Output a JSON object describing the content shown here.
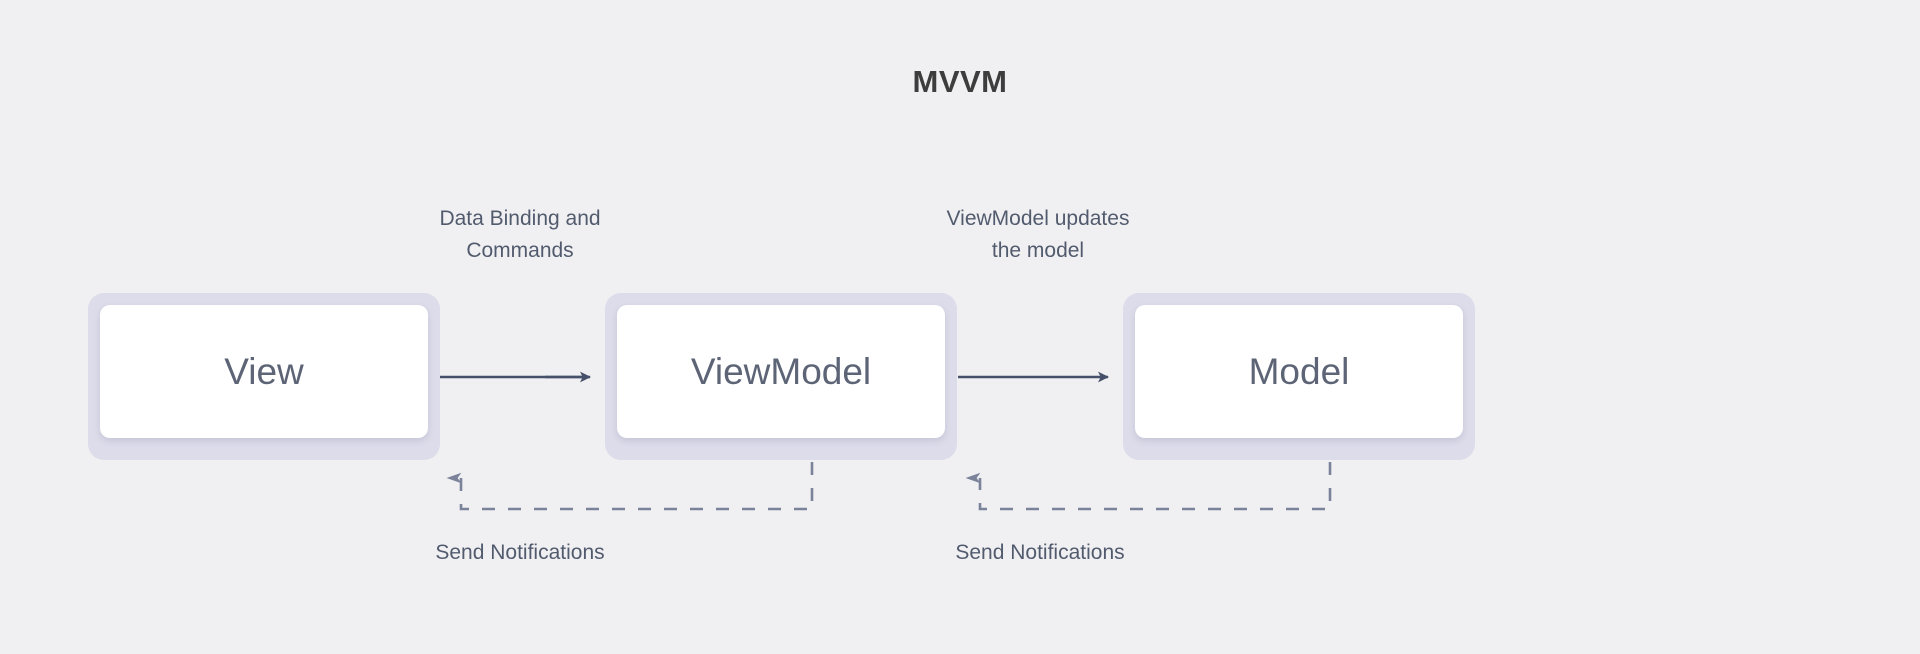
{
  "diagram": {
    "title": "MVVM",
    "background_color": "#f0f0f2",
    "node_frame_color": "#dcdcea",
    "node_fill_color": "#ffffff",
    "node_text_color": "#5c6476",
    "title_color": "#3d3d3d",
    "edge_color": "#47506a",
    "dashed_edge_color": "#7b839b",
    "label_color": "#525b6e"
  },
  "nodes": [
    {
      "id": "view",
      "label": "View"
    },
    {
      "id": "viewmodel",
      "label": "ViewModel"
    },
    {
      "id": "model",
      "label": "Model"
    }
  ],
  "edges": [
    {
      "id": "view-to-viewmodel",
      "from": "view",
      "to": "viewmodel",
      "style": "solid",
      "direction": "right",
      "label": "Data Binding and\nCommands",
      "label_line1": "Data Binding and",
      "label_line2": "Commands",
      "label_position": "above"
    },
    {
      "id": "viewmodel-to-model",
      "from": "viewmodel",
      "to": "model",
      "style": "solid",
      "direction": "right",
      "label": "ViewModel updates\nthe model",
      "label_line1": "ViewModel updates",
      "label_line2": "the model",
      "label_position": "above"
    },
    {
      "id": "viewmodel-to-view-notify",
      "from": "viewmodel",
      "to": "view",
      "style": "dashed",
      "direction": "left",
      "label": "Send Notifications",
      "label_position": "below"
    },
    {
      "id": "model-to-viewmodel-notify",
      "from": "model",
      "to": "viewmodel",
      "style": "dashed",
      "direction": "left",
      "label": "Send Notifications",
      "label_position": "below"
    }
  ]
}
